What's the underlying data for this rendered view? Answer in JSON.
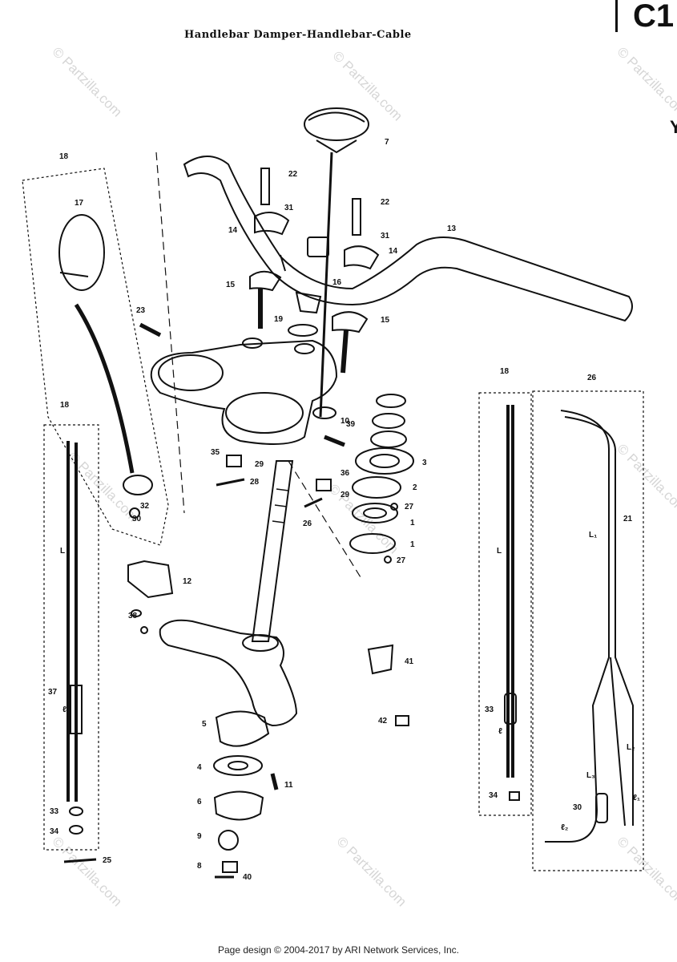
{
  "header": {
    "title": "Handlebar Damper-Handlebar-Cable",
    "section_code": "C1",
    "edge_mark": "Y"
  },
  "watermark": "© Partzilla.com",
  "footer": "Page design © 2004-2017 by ARI Network Services, Inc.",
  "callouts": {
    "c7": "7",
    "c22a": "22",
    "c22b": "22",
    "c31a": "31",
    "c31b": "31",
    "c14a": "14",
    "c14b": "14",
    "c13": "13",
    "c15a": "15",
    "c15b": "15",
    "c19": "19",
    "c18": "18",
    "c17": "17",
    "c23": "23",
    "c39": "39",
    "c16": "16",
    "c35": "35",
    "c29a": "29",
    "c28": "28",
    "c3": "3",
    "c36": "36",
    "c2": "2",
    "c27a": "27",
    "c1a": "1",
    "c1b": "1",
    "c27b": "27",
    "c29b": "29",
    "c32": "32",
    "c30a": "30",
    "c18b": "18",
    "c12": "12",
    "c38": "38",
    "c26": "26",
    "c21": "21",
    "c41": "41",
    "c42": "42",
    "c37": "37",
    "c33a": "33",
    "c34a": "34",
    "c5": "5",
    "c4": "4",
    "c11": "11",
    "c6": "6",
    "c9": "9",
    "c8": "8",
    "c40": "40",
    "c25": "25",
    "c33b": "33",
    "c34b": "34",
    "c30b": "30",
    "c10": "10",
    "lenL1": "L",
    "lenL2": "L",
    "lenL3": "L₁",
    "lenL4": "L₂",
    "lenL5": "L₃",
    "lenL6": "ℓ",
    "lenL7": "ℓ",
    "lenL8": "ℓ₁",
    "lenL9": "ℓ₂"
  }
}
